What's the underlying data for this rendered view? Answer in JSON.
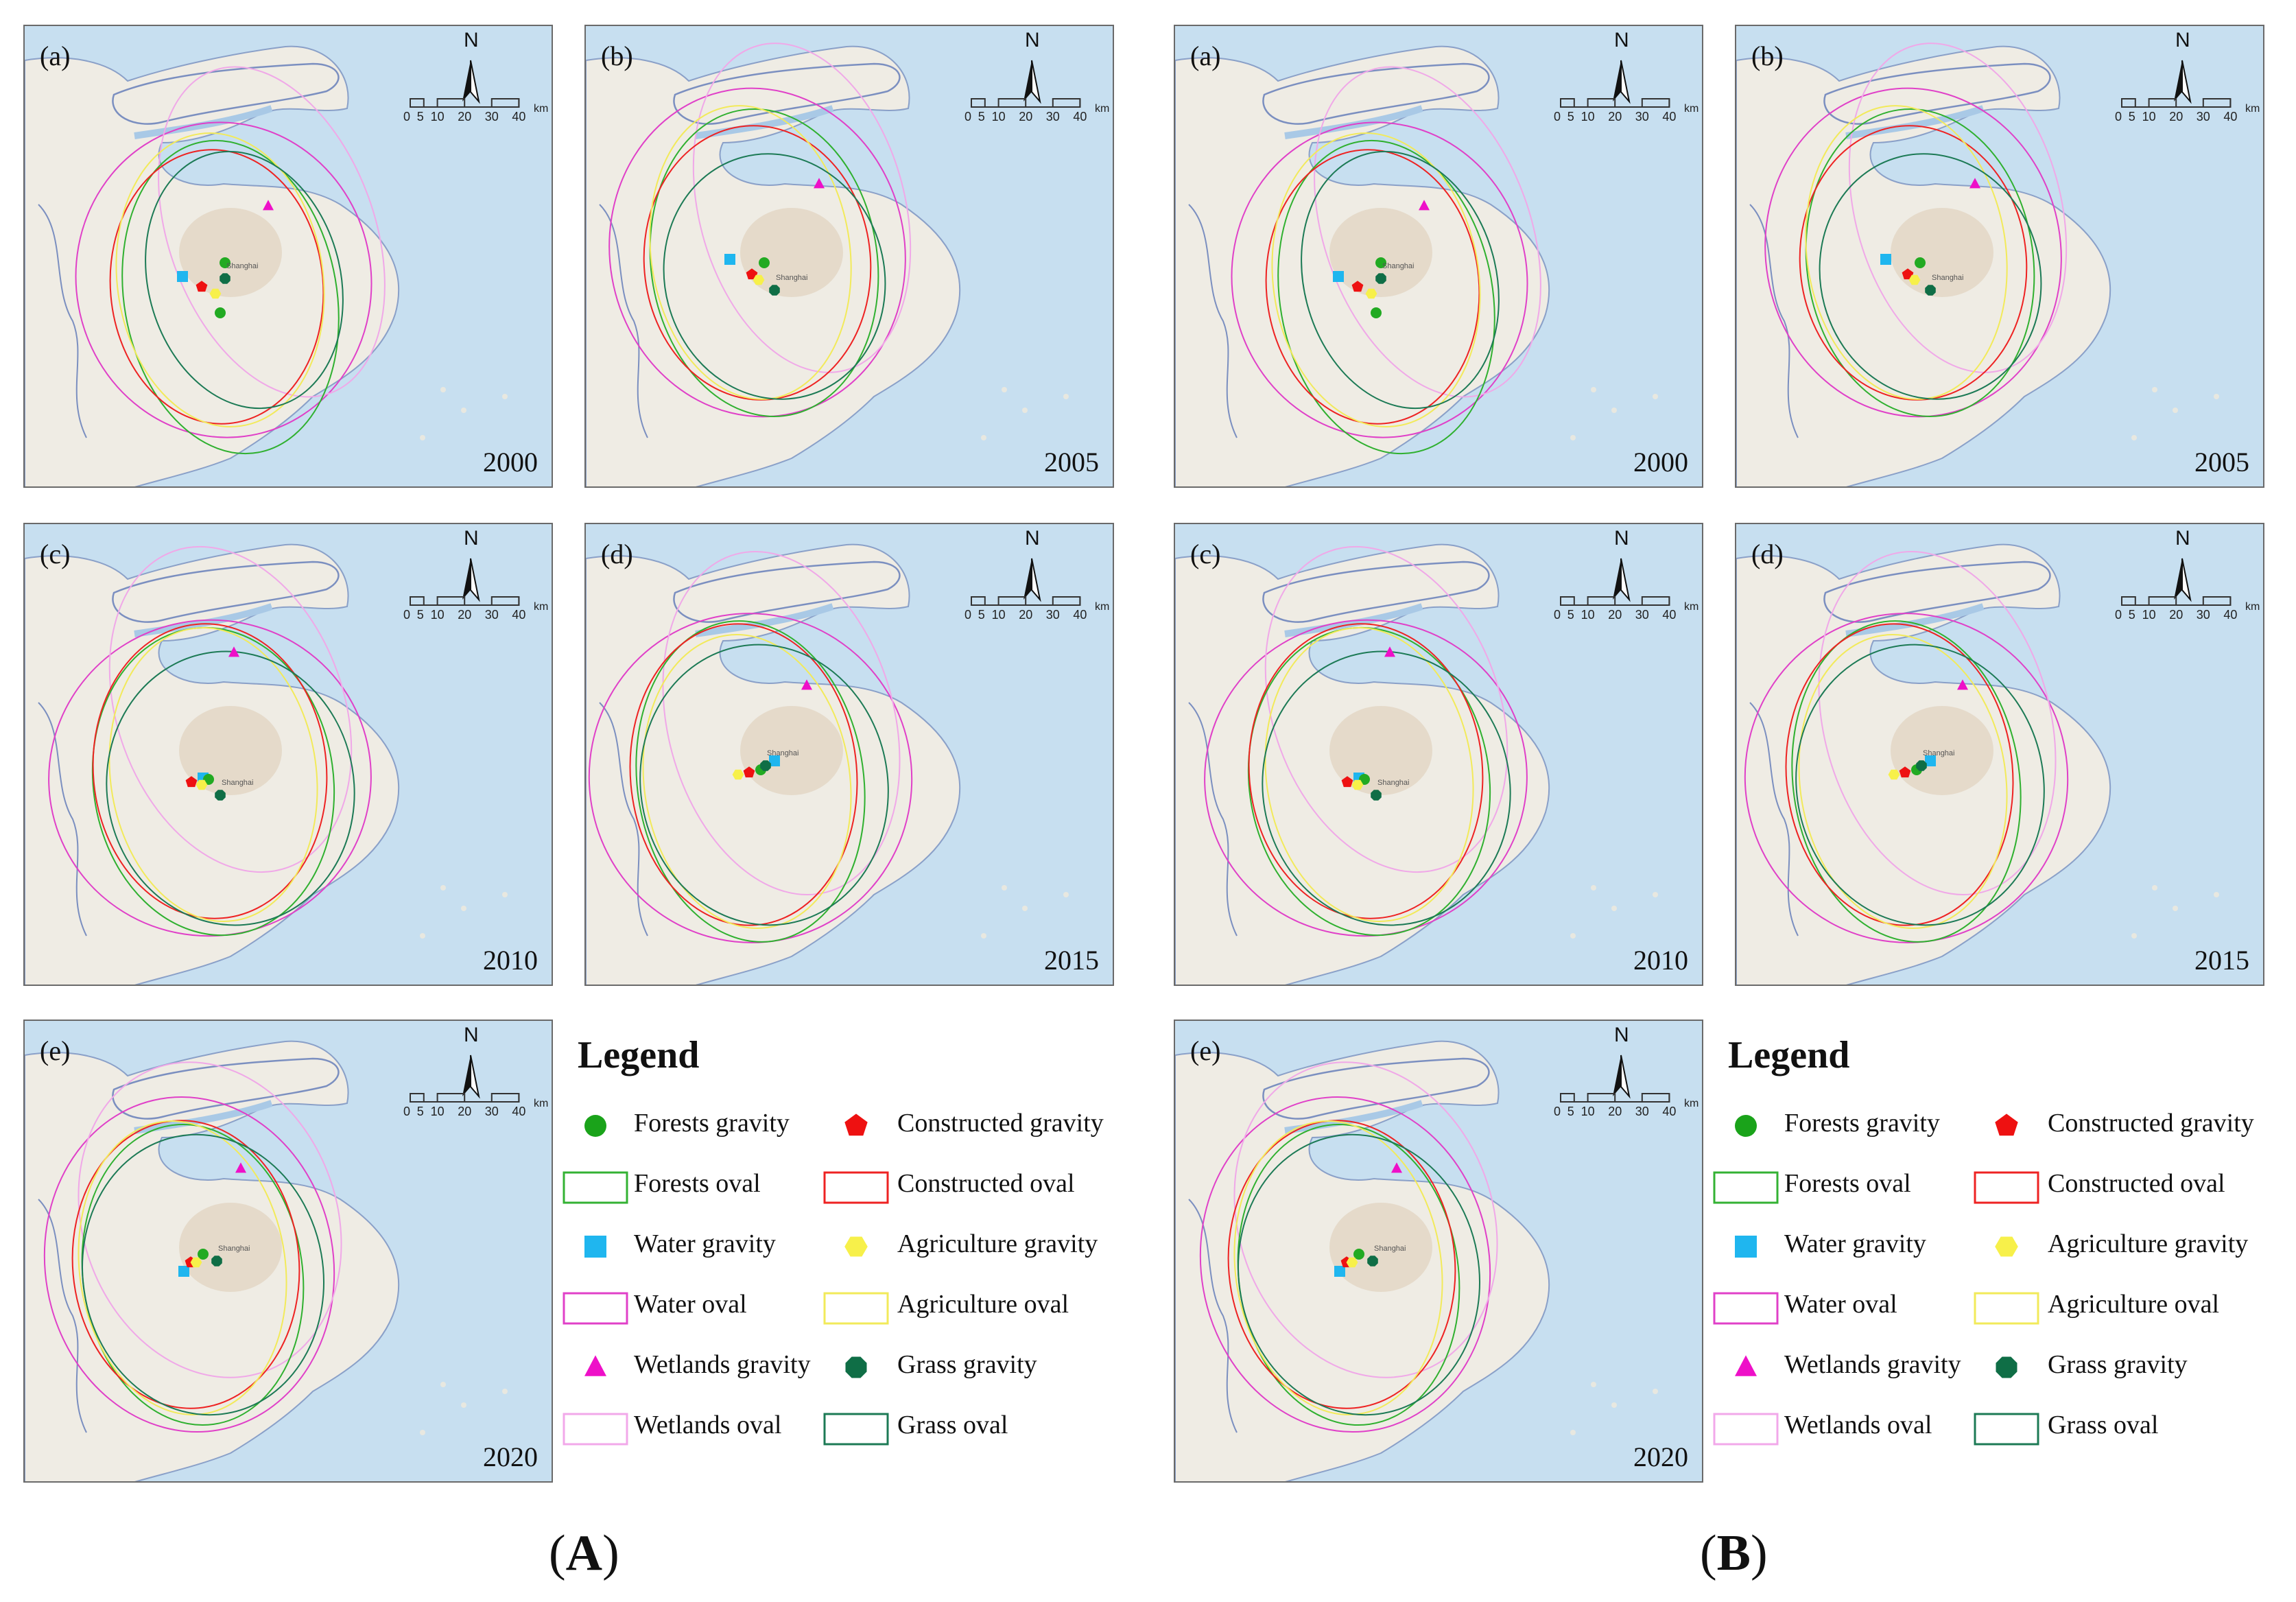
{
  "groups": [
    {
      "label_letter": "A",
      "panels": [
        {
          "tag": "(a)",
          "year": "2000"
        },
        {
          "tag": "(b)",
          "year": "2005"
        },
        {
          "tag": "(c)",
          "year": "2010"
        },
        {
          "tag": "(d)",
          "year": "2015"
        },
        {
          "tag": "(e)",
          "year": "2020"
        }
      ]
    },
    {
      "label_letter": "B",
      "panels": [
        {
          "tag": "(a)",
          "year": "2000"
        },
        {
          "tag": "(b)",
          "year": "2005"
        },
        {
          "tag": "(c)",
          "year": "2010"
        },
        {
          "tag": "(d)",
          "year": "2015"
        },
        {
          "tag": "(e)",
          "year": "2020"
        }
      ]
    }
  ],
  "map_text": {
    "north": "N",
    "scale_ticks": [
      "0",
      "5",
      "10",
      "20",
      "30",
      "40"
    ],
    "scale_unit": "km",
    "city": "Shanghai"
  },
  "legend": {
    "title": "Legend",
    "items": [
      {
        "label": "Forests gravity",
        "symbol": "circle",
        "color": "#1aa31a"
      },
      {
        "label": "Constructed gravity",
        "symbol": "pentagon",
        "color": "#ee1111"
      },
      {
        "label": "Forests oval",
        "symbol": "rect-outline",
        "color": "#33b233"
      },
      {
        "label": "Constructed oval",
        "symbol": "rect-outline",
        "color": "#ee2222"
      },
      {
        "label": "Water gravity",
        "symbol": "square",
        "color": "#1fb6ef"
      },
      {
        "label": "Agriculture gravity",
        "symbol": "hexagon",
        "color": "#f7f04a"
      },
      {
        "label": "Water oval",
        "symbol": "rect-outline",
        "color": "#e040c8"
      },
      {
        "label": "Agriculture oval",
        "symbol": "rect-outline",
        "color": "#f2ea5a"
      },
      {
        "label": "Wetlands gravity",
        "symbol": "triangle",
        "color": "#ee10c8"
      },
      {
        "label": "Grass gravity",
        "symbol": "octagon",
        "color": "#0f6e46"
      },
      {
        "label": "Wetlands oval",
        "symbol": "rect-outline",
        "color": "#f2a8ea"
      },
      {
        "label": "Grass oval",
        "symbol": "rect-outline",
        "color": "#1c7a55"
      }
    ]
  },
  "colors": {
    "sea": "#c7dff0",
    "land": "#efece4",
    "urban": "#e2d6c3",
    "forests": "#22aa22",
    "constructed": "#ee1111",
    "water": "#1fb6ef",
    "agriculture": "#f7f04a",
    "wetlands": "#ee10c8",
    "grass": "#0f6e46"
  }
}
